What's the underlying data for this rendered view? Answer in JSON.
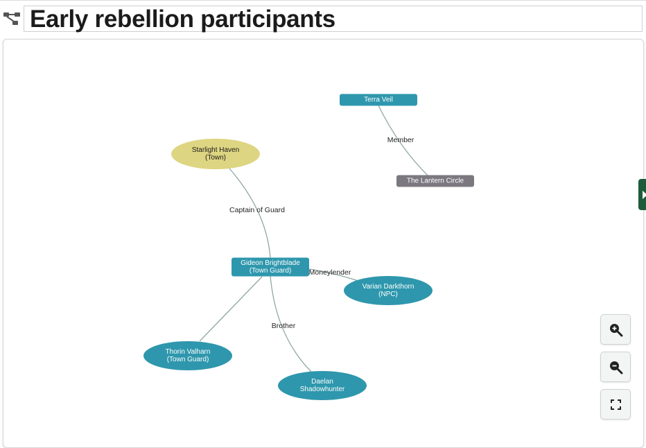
{
  "header": {
    "title": "Early rebellion participants",
    "icon": "graph-network-icon"
  },
  "graph": {
    "nodes": [
      {
        "id": "terra",
        "lines": [
          "Terra Veil"
        ],
        "shape": "rect",
        "color": "#2e97ad"
      },
      {
        "id": "lantern",
        "lines": [
          "The Lantern Circle"
        ],
        "shape": "rect",
        "color": "#7c7880"
      },
      {
        "id": "starlight",
        "lines": [
          "Starlight Haven",
          "(Town)"
        ],
        "shape": "ellipse",
        "color": "#ded582",
        "text_color": "#1a1a1a"
      },
      {
        "id": "gideon",
        "lines": [
          "Gideon Brightblade",
          "(Town Guard)"
        ],
        "shape": "rect",
        "color": "#2e97ad"
      },
      {
        "id": "varian",
        "lines": [
          "Varian Darkthorn",
          "(NPC)"
        ],
        "shape": "ellipse",
        "color": "#2e97ad"
      },
      {
        "id": "thorin",
        "lines": [
          "Thorin Valharn",
          "(Town Guard)"
        ],
        "shape": "ellipse",
        "color": "#2e97ad"
      },
      {
        "id": "daelan",
        "lines": [
          "Daelan",
          "Shadowhunter"
        ],
        "shape": "ellipse",
        "color": "#2e97ad"
      }
    ],
    "edges": [
      {
        "from": "terra",
        "to": "lantern",
        "label": "Member"
      },
      {
        "from": "starlight",
        "to": "gideon",
        "label": "Captain of Guard"
      },
      {
        "from": "gideon",
        "to": "varian",
        "label": "Moneylender"
      },
      {
        "from": "gideon",
        "to": "thorin",
        "label": ""
      },
      {
        "from": "gideon",
        "to": "daelan",
        "label": "Brother"
      }
    ],
    "edge_color": "#8fa8a2"
  },
  "controls": {
    "zoom_in": "zoom-in-icon",
    "zoom_out": "zoom-out-icon",
    "fit": "fullscreen-icon",
    "side_toggle": "expand-panel-icon"
  }
}
